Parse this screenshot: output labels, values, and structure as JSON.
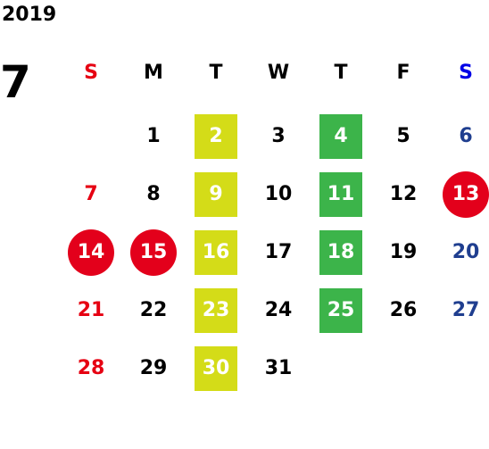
{
  "year": "2019",
  "month": "7",
  "weekdays": [
    {
      "label": "S",
      "color": "#e60012"
    },
    {
      "label": "M",
      "color": "#000000"
    },
    {
      "label": "T",
      "color": "#000000"
    },
    {
      "label": "W",
      "color": "#000000"
    },
    {
      "label": "T",
      "color": "#000000"
    },
    {
      "label": "F",
      "color": "#000000"
    },
    {
      "label": "S",
      "color": "#0000e6"
    }
  ],
  "colors": {
    "sunday_text": "#e60012",
    "saturday_text": "#1f3e8f",
    "weekday_text": "#000000",
    "holiday_circle": "#e3001b",
    "tuesday_marker": "#d4dc18",
    "thursday_marker": "#3cb44a",
    "marker_text": "#ffffff"
  },
  "weeks": [
    [
      null,
      {
        "day": "1"
      },
      {
        "day": "2",
        "mark": "tue"
      },
      {
        "day": "3"
      },
      {
        "day": "4",
        "mark": "thu"
      },
      {
        "day": "5"
      },
      {
        "day": "6"
      }
    ],
    [
      {
        "day": "7"
      },
      {
        "day": "8"
      },
      {
        "day": "9",
        "mark": "tue"
      },
      {
        "day": "10"
      },
      {
        "day": "11",
        "mark": "thu"
      },
      {
        "day": "12"
      },
      {
        "day": "13",
        "mark": "holiday"
      }
    ],
    [
      {
        "day": "14",
        "mark": "holiday"
      },
      {
        "day": "15",
        "mark": "holiday"
      },
      {
        "day": "16",
        "mark": "tue"
      },
      {
        "day": "17"
      },
      {
        "day": "18",
        "mark": "thu"
      },
      {
        "day": "19"
      },
      {
        "day": "20"
      }
    ],
    [
      {
        "day": "21"
      },
      {
        "day": "22"
      },
      {
        "day": "23",
        "mark": "tue"
      },
      {
        "day": "24"
      },
      {
        "day": "25",
        "mark": "thu"
      },
      {
        "day": "26"
      },
      {
        "day": "27"
      }
    ],
    [
      {
        "day": "28"
      },
      {
        "day": "29"
      },
      {
        "day": "30",
        "mark": "tue"
      },
      {
        "day": "31"
      },
      null,
      null,
      null
    ]
  ]
}
